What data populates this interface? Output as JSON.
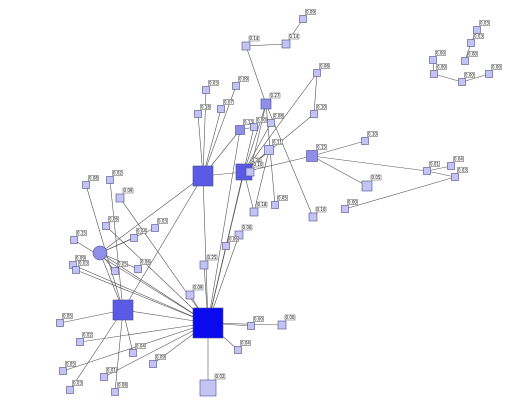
{
  "graph": {
    "colors": {
      "edge": "#555555",
      "hub": "#0a0aee",
      "node_strong": "#5a5ae6",
      "node_mid": "#8f8fea",
      "node_light": "#c4c4f4",
      "badge_fill": "#ffffff"
    },
    "nodes": [
      {
        "id": "n_hub",
        "label": "",
        "shape": "square",
        "tone": "hub",
        "badges": []
      },
      {
        "id": "n_mid1",
        "label": "",
        "shape": "square",
        "tone": "node_strong",
        "badges": []
      },
      {
        "id": "n_mid2",
        "label": "",
        "shape": "square",
        "tone": "node_strong",
        "badges": [
          "0.30"
        ]
      },
      {
        "id": "n_mid3",
        "label": "",
        "shape": "square",
        "tone": "node_strong",
        "badges": []
      },
      {
        "id": "n_circle",
        "label": "",
        "shape": "circle",
        "tone": "node_mid",
        "badges": []
      },
      {
        "id": "n_top1",
        "label": "",
        "shape": "square",
        "tone": "node_light",
        "badges": [
          "0.14"
        ]
      },
      {
        "id": "n_top2",
        "label": "",
        "shape": "square",
        "tone": "node_light",
        "badges": [
          "0.14"
        ]
      },
      {
        "id": "n_top3",
        "label": "",
        "shape": "square",
        "tone": "node_light",
        "badges": [
          "0.09"
        ]
      },
      {
        "id": "n_a",
        "label": "",
        "shape": "square",
        "tone": "node_light",
        "badges": [
          "0.03"
        ]
      },
      {
        "id": "n_b",
        "label": "",
        "shape": "square",
        "tone": "node_light",
        "badges": [
          "0.18"
        ]
      },
      {
        "id": "n_c",
        "label": "",
        "shape": "square",
        "tone": "node_light",
        "badges": [
          "0.07"
        ]
      },
      {
        "id": "n_d",
        "label": "",
        "shape": "square",
        "tone": "node_light",
        "badges": [
          "0.09"
        ]
      },
      {
        "id": "n_e",
        "label": "",
        "shape": "square",
        "tone": "node_mid",
        "badges": [
          "0.13"
        ]
      },
      {
        "id": "n_f",
        "label": "",
        "shape": "square",
        "tone": "node_light",
        "badges": [
          "0.00"
        ]
      },
      {
        "id": "n_g",
        "label": "",
        "shape": "square",
        "tone": "node_mid",
        "badges": [
          "0.27"
        ]
      },
      {
        "id": "n_h",
        "label": "",
        "shape": "square",
        "tone": "node_light",
        "badges": [
          "0.08"
        ]
      },
      {
        "id": "n_i",
        "label": "",
        "shape": "square",
        "tone": "node_mid",
        "badges": [
          "0.15"
        ]
      },
      {
        "id": "n_j",
        "label": "",
        "shape": "square",
        "tone": "node_light",
        "badges": [
          "0.08"
        ]
      },
      {
        "id": "n_k",
        "label": "",
        "shape": "square",
        "tone": "node_light",
        "badges": [
          "0.10"
        ]
      },
      {
        "id": "n_l",
        "label": "",
        "shape": "square",
        "tone": "node_light",
        "badges": [
          "0.11"
        ]
      },
      {
        "id": "n_m",
        "label": "",
        "shape": "square",
        "tone": "node_light",
        "badges": [
          "0.18"
        ]
      },
      {
        "id": "n_n",
        "label": "",
        "shape": "square",
        "tone": "node_light",
        "badges": [
          "0.05"
        ]
      },
      {
        "id": "n_o",
        "label": "",
        "shape": "square",
        "tone": "node_light",
        "badges": [
          "0.10"
        ]
      },
      {
        "id": "n_p",
        "label": "",
        "shape": "square",
        "tone": "node_light",
        "badges": [
          "0.10"
        ]
      },
      {
        "id": "n_q",
        "label": "",
        "shape": "square",
        "tone": "node_light",
        "badges": [
          "0.10"
        ]
      },
      {
        "id": "n_r",
        "label": "",
        "shape": "square",
        "tone": "node_light",
        "badges": [
          "0.05"
        ]
      },
      {
        "id": "n_s",
        "label": "",
        "shape": "square",
        "tone": "node_light",
        "badges": [
          "0.01"
        ]
      },
      {
        "id": "n_t",
        "label": "",
        "shape": "square",
        "tone": "node_light",
        "badges": [
          "0.25"
        ]
      },
      {
        "id": "n_u",
        "label": "",
        "shape": "square",
        "tone": "node_light",
        "badges": [
          "0.06"
        ]
      },
      {
        "id": "n_v",
        "label": "",
        "shape": "square",
        "tone": "node_light",
        "badges": [
          "0.06"
        ]
      },
      {
        "id": "n_w",
        "label": "",
        "shape": "square",
        "tone": "node_light",
        "badges": [
          "0.00"
        ]
      },
      {
        "id": "n_x",
        "label": "",
        "shape": "square",
        "tone": "node_light",
        "badges": [
          "0.04"
        ]
      },
      {
        "id": "n_y",
        "label": "",
        "shape": "square",
        "tone": "node_light",
        "badges": [
          "0.00"
        ]
      },
      {
        "id": "n_z",
        "label": "",
        "shape": "square",
        "tone": "node_light",
        "badges": [
          "0.02"
        ]
      },
      {
        "id": "n_aa",
        "label": "",
        "shape": "square",
        "tone": "node_light",
        "badges": [
          "0.09"
        ]
      },
      {
        "id": "n_ab",
        "label": "",
        "shape": "square",
        "tone": "node_light",
        "badges": [
          "0.09"
        ]
      },
      {
        "id": "n_ac",
        "label": "",
        "shape": "square",
        "tone": "node_light",
        "badges": [
          "0.06"
        ]
      },
      {
        "id": "n_ad",
        "label": "",
        "shape": "square",
        "tone": "node_light",
        "badges": [
          "0.15"
        ]
      },
      {
        "id": "n_ae",
        "label": "",
        "shape": "square",
        "tone": "node_light",
        "badges": [
          "0.09"
        ]
      },
      {
        "id": "n_af",
        "label": "",
        "shape": "square",
        "tone": "node_light",
        "badges": [
          "0.03"
        ]
      },
      {
        "id": "n_ag",
        "label": "",
        "shape": "square",
        "tone": "node_light",
        "badges": [
          "0.02"
        ]
      },
      {
        "id": "n_ah",
        "label": "",
        "shape": "square",
        "tone": "node_light",
        "badges": [
          "0.05"
        ]
      },
      {
        "id": "n_ai",
        "label": "",
        "shape": "square",
        "tone": "node_light",
        "badges": [
          "0.01"
        ]
      },
      {
        "id": "n_aj",
        "label": "",
        "shape": "square",
        "tone": "node_light",
        "badges": [
          "0.09"
        ]
      },
      {
        "id": "n_ak",
        "label": "",
        "shape": "square",
        "tone": "node_light",
        "badges": [
          "0.08"
        ]
      },
      {
        "id": "n_al",
        "label": "",
        "shape": "square",
        "tone": "node_light",
        "badges": [
          "0.02"
        ]
      },
      {
        "id": "n_am",
        "label": "",
        "shape": "square",
        "tone": "node_light",
        "badges": [
          "0.05"
        ]
      },
      {
        "id": "n_an",
        "label": "",
        "shape": "square",
        "tone": "node_light",
        "badges": [
          "0.03"
        ]
      },
      {
        "id": "n_ao",
        "label": "",
        "shape": "square",
        "tone": "node_light",
        "badges": [
          "0.08"
        ]
      },
      {
        "id": "n_ap",
        "label": "",
        "shape": "square",
        "tone": "node_light",
        "badges": [
          "0.04"
        ]
      },
      {
        "id": "n_aq",
        "label": "",
        "shape": "square",
        "tone": "node_light",
        "badges": [
          "0.03"
        ]
      },
      {
        "id": "n_ar",
        "label": "",
        "shape": "square",
        "tone": "node_light",
        "badges": [
          "0.04"
        ]
      },
      {
        "id": "n_as",
        "label": "",
        "shape": "square",
        "tone": "node_light",
        "badges": [
          "0.06"
        ]
      },
      {
        "id": "n_at",
        "label": "",
        "shape": "square",
        "tone": "node_light",
        "badges": [
          "0.05"
        ]
      },
      {
        "id": "n_au",
        "label": "",
        "shape": "square",
        "tone": "node_light",
        "badges": [
          "0.03"
        ]
      },
      {
        "id": "n_av",
        "label": "",
        "shape": "square",
        "tone": "node_light",
        "badges": [
          "0.04"
        ]
      },
      {
        "id": "n_aw",
        "label": "",
        "shape": "square",
        "tone": "node_light",
        "badges": [
          "0.00"
        ]
      },
      {
        "id": "n_ax",
        "label": "",
        "shape": "square",
        "tone": "node_light",
        "badges": [
          "0.03"
        ]
      },
      {
        "id": "n_ay",
        "label": "",
        "shape": "square",
        "tone": "node_light",
        "badges": [
          "0.03"
        ]
      },
      {
        "id": "n_az",
        "label": "",
        "shape": "square",
        "tone": "node_light",
        "badges": [
          "0.00"
        ]
      },
      {
        "id": "n_ba",
        "label": "",
        "shape": "square",
        "tone": "node_light",
        "badges": [
          "0.00"
        ]
      },
      {
        "id": "n_bb",
        "label": "",
        "shape": "square",
        "tone": "node_light",
        "badges": [
          "0.00"
        ]
      },
      {
        "id": "n_bc",
        "label": "",
        "shape": "square",
        "tone": "node_light",
        "badges": [
          "0.00"
        ]
      },
      {
        "id": "n_bd",
        "label": "",
        "shape": "square",
        "tone": "node_light",
        "badges": [
          "0.00"
        ]
      }
    ],
    "edges": [
      [
        "n_hub",
        "n_mid1"
      ],
      [
        "n_hub",
        "n_mid2"
      ],
      [
        "n_hub",
        "n_mid3"
      ],
      [
        "n_hub",
        "n_circle"
      ],
      [
        "n_hub",
        "n_e"
      ],
      [
        "n_hub",
        "n_f"
      ],
      [
        "n_hub",
        "n_t"
      ],
      [
        "n_hub",
        "n_u"
      ],
      [
        "n_hub",
        "n_v"
      ],
      [
        "n_hub",
        "n_w"
      ],
      [
        "n_hub",
        "n_x"
      ],
      [
        "n_hub",
        "n_y"
      ],
      [
        "n_hub",
        "n_z"
      ],
      [
        "n_hub",
        "n_aa"
      ],
      [
        "n_hub",
        "n_ab"
      ],
      [
        "n_hub",
        "n_ac"
      ],
      [
        "n_hub",
        "n_ad"
      ],
      [
        "n_hub",
        "n_ae"
      ],
      [
        "n_hub",
        "n_af"
      ],
      [
        "n_hub",
        "n_ag"
      ],
      [
        "n_hub",
        "n_ah"
      ],
      [
        "n_hub",
        "n_ai"
      ],
      [
        "n_hub",
        "n_aj"
      ],
      [
        "n_mid1",
        "n_mid2"
      ],
      [
        "n_mid1",
        "n_mid3"
      ],
      [
        "n_mid1",
        "n_b"
      ],
      [
        "n_mid1",
        "n_c"
      ],
      [
        "n_mid1",
        "n_e"
      ],
      [
        "n_mid1",
        "n_a"
      ],
      [
        "n_mid1",
        "n_d"
      ],
      [
        "n_mid1",
        "n_circle"
      ],
      [
        "n_mid2",
        "n_g"
      ],
      [
        "n_mid2",
        "n_h"
      ],
      [
        "n_mid2",
        "n_i"
      ],
      [
        "n_mid2",
        "n_j"
      ],
      [
        "n_mid2",
        "n_k"
      ],
      [
        "n_mid2",
        "n_l"
      ],
      [
        "n_mid2",
        "n_m"
      ],
      [
        "n_mid3",
        "n_circle"
      ],
      [
        "n_mid3",
        "n_ak"
      ],
      [
        "n_mid3",
        "n_al"
      ],
      [
        "n_mid3",
        "n_am"
      ],
      [
        "n_mid3",
        "n_an"
      ],
      [
        "n_mid3",
        "n_ao"
      ],
      [
        "n_mid3",
        "n_ap"
      ],
      [
        "n_circle",
        "n_aq"
      ],
      [
        "n_circle",
        "n_ar"
      ],
      [
        "n_circle",
        "n_as"
      ],
      [
        "n_circle",
        "n_at"
      ],
      [
        "n_top1",
        "n_top2"
      ],
      [
        "n_top2",
        "n_top3"
      ],
      [
        "n_top1",
        "n_g"
      ],
      [
        "n_g",
        "n_n"
      ],
      [
        "n_g",
        "n_o"
      ],
      [
        "n_g",
        "n_p"
      ],
      [
        "n_i",
        "n_q"
      ],
      [
        "n_i",
        "n_r"
      ],
      [
        "n_i",
        "n_s"
      ],
      [
        "n_s",
        "n_au"
      ],
      [
        "n_s",
        "n_av"
      ],
      [
        "n_au",
        "n_aw"
      ],
      [
        "n_j",
        "n_k"
      ],
      [
        "n_l",
        "n_m"
      ],
      [
        "n_e",
        "n_f"
      ],
      [
        "n_ax",
        "n_ay"
      ],
      [
        "n_ay",
        "n_az"
      ],
      [
        "n_ba",
        "n_bb"
      ],
      [
        "n_bb",
        "n_bc"
      ],
      [
        "n_bc",
        "n_bd"
      ]
    ]
  }
}
